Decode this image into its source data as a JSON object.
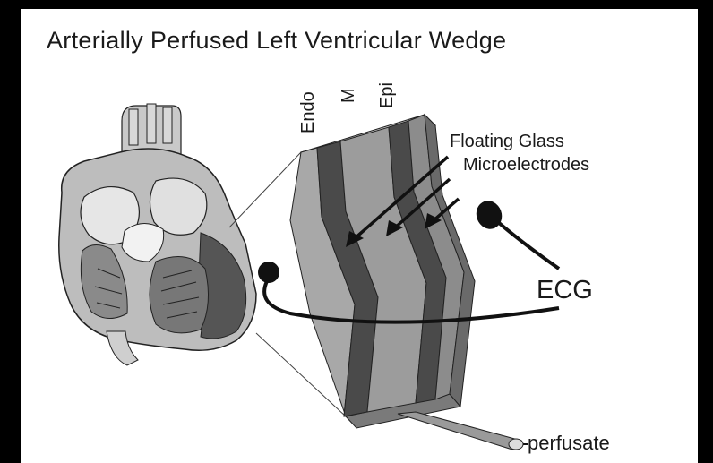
{
  "figure": {
    "title": "Arterially Perfused Left Ventricular Wedge",
    "layers": {
      "endo": "Endo",
      "m": "M",
      "epi": "Epi"
    },
    "electrodes": {
      "line1": "Floating Glass",
      "line2": "Microelectrodes"
    },
    "ecg": "ECG",
    "perfusate": "perfusate"
  },
  "colors": {
    "background": "#000000",
    "panel": "#ffffff",
    "wedge_light": "#9c9c9c",
    "wedge_dark": "#4a4a4a",
    "ink": "#1a1a1a"
  }
}
